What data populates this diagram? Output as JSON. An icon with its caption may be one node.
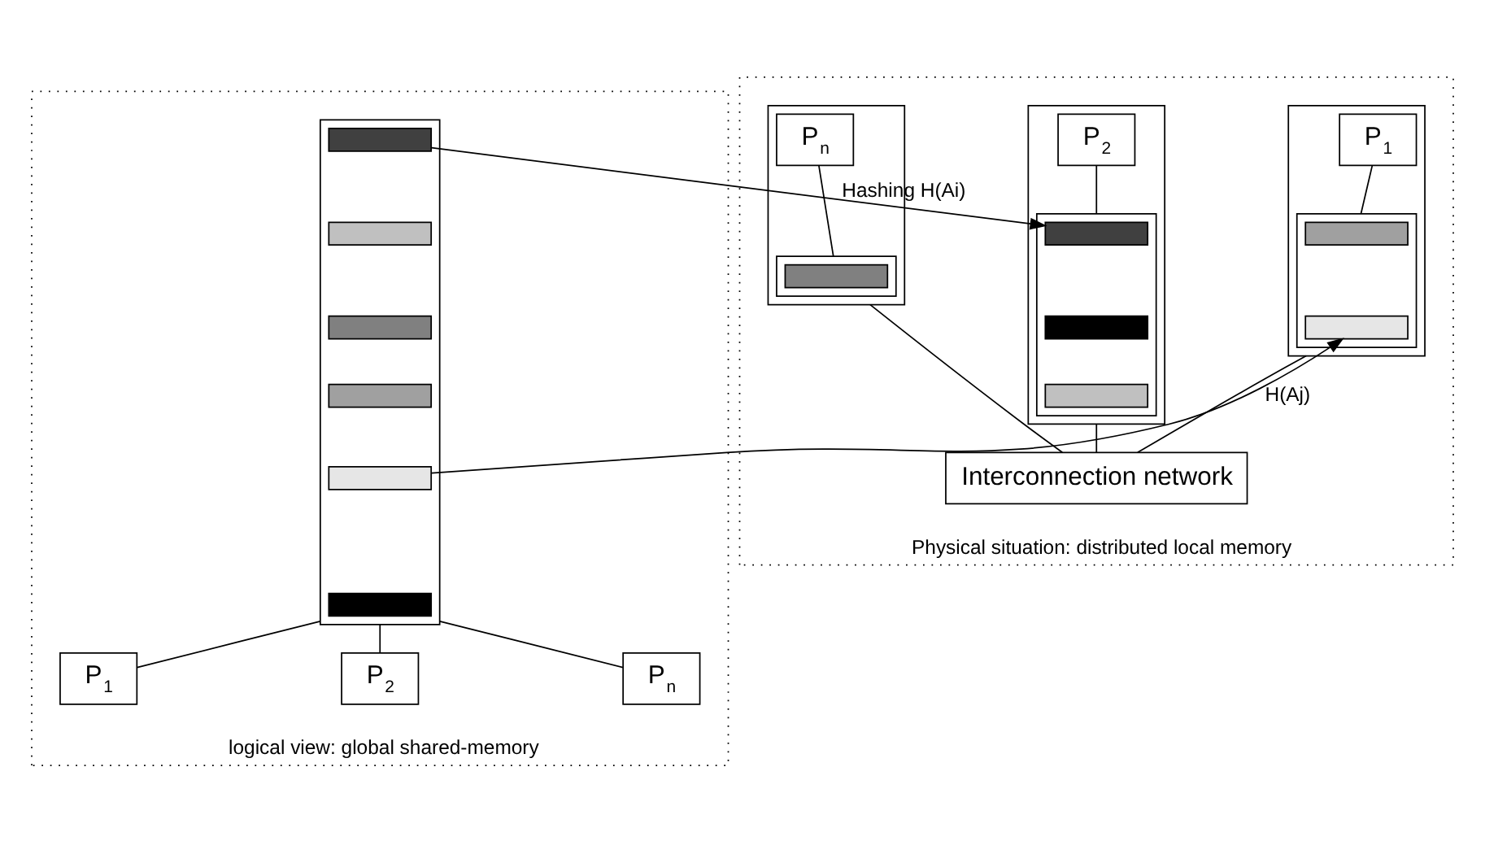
{
  "diagram": {
    "nodes": [
      {
        "text": [
          "logical view: global shared-memory"
        ]
      },
      {
        "text": [],
        "shape": "box",
        "in": 0
      },
      {
        "text": [],
        "shape": "bar",
        "in": 1
      },
      {
        "text": [],
        "shape": "bar",
        "in": 1
      },
      {
        "text": [],
        "shape": "bar",
        "in": 1
      },
      {
        "text": [],
        "shape": "bar",
        "in": 1
      },
      {
        "text": [],
        "shape": "bar",
        "in": 1
      },
      {
        "text": [],
        "shape": "bar",
        "in": 1
      },
      {
        "text": [
          "P$_{1}$"
        ],
        "in": 0
      },
      {
        "text": [
          "P$_{2}$"
        ],
        "in": 0
      },
      {
        "text": [
          "P$_{n}$"
        ],
        "in": 0
      },
      {
        "text": [
          "Physical situation: distributed local memory"
        ]
      },
      {
        "text": [],
        "shape": "box",
        "in": 11
      },
      {
        "text": [
          "P$_{1}$"
        ],
        "in": 12
      },
      {
        "text": [],
        "shape": "box",
        "in": 12
      },
      {
        "text": [],
        "shape": "bar",
        "in": 14
      },
      {
        "text": [],
        "shape": "bar",
        "in": 14
      },
      {
        "text": [],
        "shape": "box",
        "in": 11
      },
      {
        "text": [
          "P$_{2}$"
        ],
        "in": 17
      },
      {
        "text": [],
        "shape": "box",
        "in": 17
      },
      {
        "text": [],
        "shape": "bar",
        "in": 19
      },
      {
        "text": [],
        "shape": "bar",
        "in": 19
      },
      {
        "text": [],
        "shape": "bar",
        "in": 19
      },
      {
        "text": [],
        "shape": "box",
        "in": 11
      },
      {
        "text": [
          "P$_{n}$"
        ],
        "in": 23
      },
      {
        "text": [],
        "shape": "box",
        "in": 23
      },
      {
        "text": [],
        "shape": "bar",
        "in": 25
      },
      {
        "text": [
          "Interconnection network"
        ],
        "in": 11
      }
    ],
    "edges": [
      {
        "from": 1,
        "to": 8,
        "arrow": "none"
      },
      {
        "from": 1,
        "to": 9,
        "arrow": "none"
      },
      {
        "from": 1,
        "to": 10,
        "arrow": "none"
      },
      {
        "from": 2,
        "to": 20,
        "arrow": "to",
        "label": "Hashing H(Ai)"
      },
      {
        "from": 6,
        "to": 16,
        "arrow": "to",
        "label": "H(Aj)"
      },
      {
        "from": 13,
        "to": 14,
        "arrow": "none"
      },
      {
        "from": 18,
        "to": 19,
        "arrow": "none"
      },
      {
        "from": 24,
        "to": 25,
        "arrow": "none"
      },
      {
        "from": 12,
        "to": 27,
        "arrow": "none"
      },
      {
        "from": 17,
        "to": 27,
        "arrow": "none"
      },
      {
        "from": 23,
        "to": 27,
        "arrow": "none"
      }
    ]
  }
}
